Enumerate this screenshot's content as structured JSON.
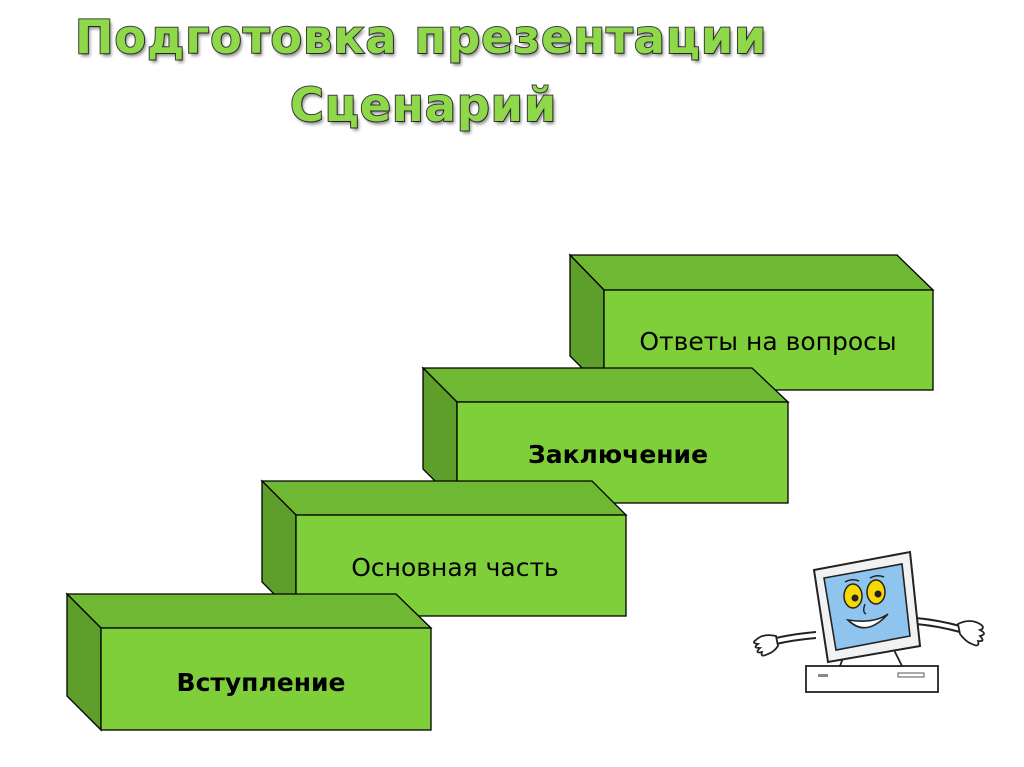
{
  "title": {
    "line1": "Подготовка презентации",
    "line2": "Сценарий"
  },
  "colors": {
    "title_fill": "#8ed84a",
    "block_front": "#7fcf3b",
    "block_top": "#6fb833",
    "block_side": "#5e9e2a",
    "block_outline": "#000000"
  },
  "steps": [
    {
      "label": "Вступление"
    },
    {
      "label": "Основная часть"
    },
    {
      "label": "Заключение"
    },
    {
      "label": "Ответы на вопросы"
    }
  ],
  "mascot": {
    "icon": "smiling-computer-icon"
  }
}
